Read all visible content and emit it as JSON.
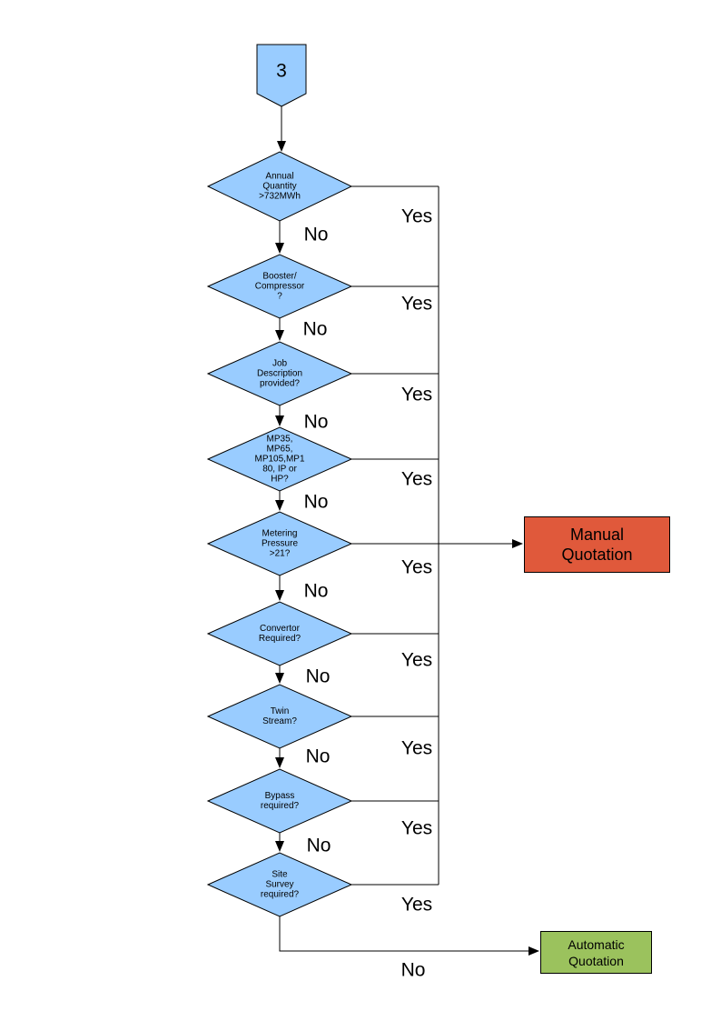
{
  "colors": {
    "background": "#FFFFFF",
    "decision_fill": "#99CCFF",
    "connector_fill": "#99CCFF",
    "manual_fill": "#E0593B",
    "automatic_fill": "#9BC25D",
    "line_color": "#000000"
  },
  "connector": {
    "label": "3"
  },
  "decisions": [
    {
      "label": "Annual\nQuantity\n>732MWh",
      "yes": "Yes",
      "no": "No"
    },
    {
      "label": "Booster/\nCompressor\n?",
      "yes": "Yes",
      "no": "No"
    },
    {
      "label": "Job\nDescription\nprovided?",
      "yes": "Yes",
      "no": "No"
    },
    {
      "label": "MP35,\nMP65,\nMP105,MP1\n80, IP or\nHP?",
      "yes": "Yes",
      "no": "No"
    },
    {
      "label": "Metering\nPressure\n>21?",
      "yes": "Yes",
      "no": "No"
    },
    {
      "label": "Convertor\nRequired?",
      "yes": "Yes",
      "no": "No"
    },
    {
      "label": "Twin\nStream?",
      "yes": "Yes",
      "no": "No"
    },
    {
      "label": "Bypass\nrequired?",
      "yes": "Yes",
      "no": "No"
    },
    {
      "label": "Site\nSurvey\nrequired?",
      "yes": "Yes",
      "no": "No"
    }
  ],
  "outcomes": {
    "manual": {
      "label": "Manual\nQuotation"
    },
    "automatic": {
      "label": "Automatic\nQuotation"
    }
  }
}
